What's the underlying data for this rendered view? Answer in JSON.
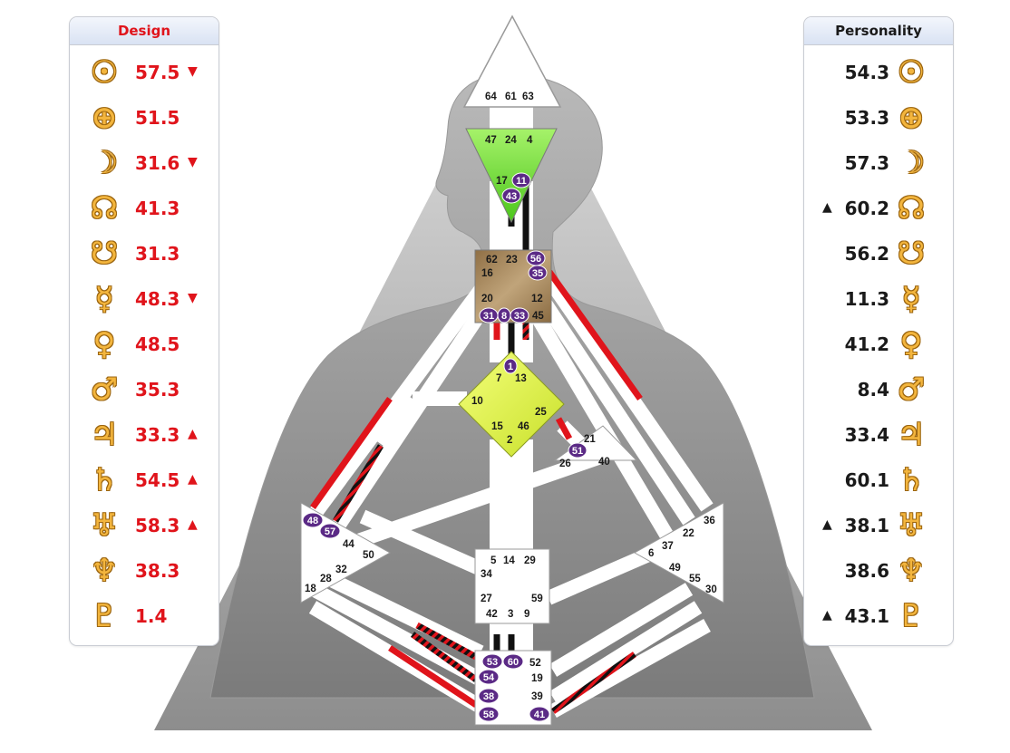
{
  "design": {
    "title": "Design",
    "rows": [
      {
        "planet": "sun",
        "symbol": "☉",
        "value": "57.5",
        "arrow": "▼"
      },
      {
        "planet": "earth",
        "symbol": "⊕",
        "value": "51.5",
        "arrow": ""
      },
      {
        "planet": "moon",
        "symbol": "☽",
        "value": "31.6",
        "arrow": "▼"
      },
      {
        "planet": "north-node",
        "symbol": "☊",
        "value": "41.3",
        "arrow": ""
      },
      {
        "planet": "south-node",
        "symbol": "☋",
        "value": "31.3",
        "arrow": ""
      },
      {
        "planet": "mercury",
        "symbol": "☿",
        "value": "48.3",
        "arrow": "▼"
      },
      {
        "planet": "venus",
        "symbol": "♀",
        "value": "48.5",
        "arrow": ""
      },
      {
        "planet": "mars",
        "symbol": "♂",
        "value": "35.3",
        "arrow": ""
      },
      {
        "planet": "jupiter",
        "symbol": "♃",
        "value": "33.3",
        "arrow": "▲"
      },
      {
        "planet": "saturn",
        "symbol": "♄",
        "value": "54.5",
        "arrow": "▲"
      },
      {
        "planet": "uranus",
        "symbol": "♅",
        "value": "58.3",
        "arrow": "▲"
      },
      {
        "planet": "neptune",
        "symbol": "♆",
        "value": "38.3",
        "arrow": ""
      },
      {
        "planet": "pluto",
        "symbol": "♇",
        "value": "1.4",
        "arrow": ""
      }
    ]
  },
  "personality": {
    "title": "Personality",
    "rows": [
      {
        "planet": "sun",
        "symbol": "☉",
        "value": "54.3",
        "arrow": ""
      },
      {
        "planet": "earth",
        "symbol": "⊕",
        "value": "53.3",
        "arrow": ""
      },
      {
        "planet": "moon",
        "symbol": "☽",
        "value": "57.3",
        "arrow": ""
      },
      {
        "planet": "north-node",
        "symbol": "☊",
        "value": "60.2",
        "arrow": "▲"
      },
      {
        "planet": "south-node",
        "symbol": "☋",
        "value": "56.2",
        "arrow": ""
      },
      {
        "planet": "mercury",
        "symbol": "☿",
        "value": "11.3",
        "arrow": ""
      },
      {
        "planet": "venus",
        "symbol": "♀",
        "value": "41.2",
        "arrow": ""
      },
      {
        "planet": "mars",
        "symbol": "♂",
        "value": "8.4",
        "arrow": ""
      },
      {
        "planet": "jupiter",
        "symbol": "♃",
        "value": "33.4",
        "arrow": ""
      },
      {
        "planet": "saturn",
        "symbol": "♄",
        "value": "60.1",
        "arrow": ""
      },
      {
        "planet": "uranus",
        "symbol": "♅",
        "value": "38.1",
        "arrow": "▲"
      },
      {
        "planet": "neptune",
        "symbol": "♆",
        "value": "38.6",
        "arrow": ""
      },
      {
        "planet": "pluto",
        "symbol": "♇",
        "value": "43.1",
        "arrow": "▲"
      }
    ]
  },
  "colors": {
    "design_red": "#e0141b",
    "personality_black": "#1a1a1a",
    "activated_gate": "#5b2a86",
    "head_center": "#ffffff",
    "ajna_center": "#7ddc3c",
    "throat_center": "#a88a5c",
    "g_center": "#d9ea3a"
  },
  "centers": {
    "head": {
      "gates": [
        "64",
        "61",
        "63"
      ]
    },
    "ajna": {
      "gates": [
        "47",
        "24",
        "4",
        "17",
        "11",
        "43"
      ],
      "activated": [
        "11",
        "43"
      ]
    },
    "throat": {
      "gates": [
        "62",
        "23",
        "56",
        "16",
        "35",
        "20",
        "12",
        "31",
        "8",
        "33",
        "45"
      ],
      "activated": [
        "56",
        "35",
        "31",
        "8",
        "33"
      ]
    },
    "g": {
      "gates": [
        "1",
        "7",
        "13",
        "10",
        "25",
        "15",
        "46",
        "2"
      ],
      "activated": [
        "1"
      ]
    },
    "heart": {
      "gates": [
        "21",
        "51",
        "26",
        "40"
      ],
      "activated": [
        "51"
      ]
    },
    "spleen": {
      "gates": [
        "48",
        "57",
        "44",
        "50",
        "32",
        "28",
        "18"
      ],
      "activated": [
        "48",
        "57"
      ]
    },
    "sacral": {
      "gates": [
        "5",
        "14",
        "29",
        "34",
        "27",
        "59",
        "42",
        "3",
        "9"
      ],
      "activated": []
    },
    "solar_plexus": {
      "gates": [
        "36",
        "22",
        "6",
        "37",
        "49",
        "55",
        "30"
      ],
      "activated": []
    },
    "root": {
      "gates": [
        "53",
        "60",
        "52",
        "54",
        "19",
        "38",
        "39",
        "58",
        "41"
      ],
      "activated": [
        "53",
        "60",
        "54",
        "38",
        "58",
        "41"
      ]
    }
  }
}
